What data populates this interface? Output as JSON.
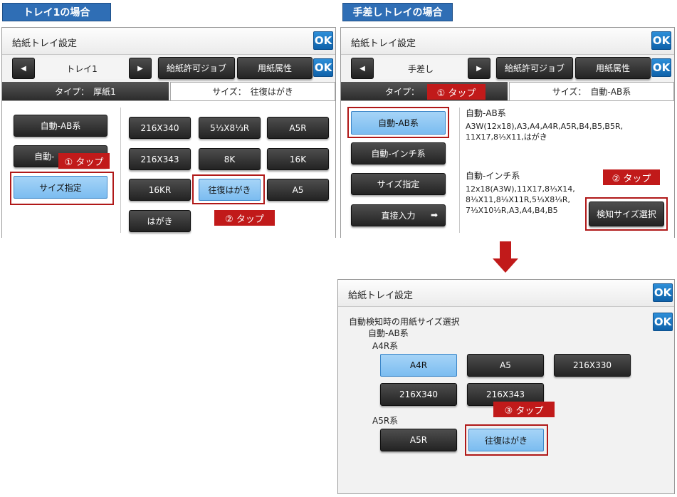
{
  "captions": {
    "tray1": "トレイ1の場合",
    "manual": "手差しトレイの場合"
  },
  "common": {
    "title": "給紙トレイ設定",
    "ok": "OK",
    "job": "給紙許可ジョブ",
    "attr": "用紙属性",
    "type_label": "タイプ："
  },
  "p1": {
    "tray_name": "トレイ1",
    "tab_type": "タイプ：　厚紙1",
    "tab_size": "サイズ：　往復はがき",
    "left_buttons": [
      "自動-AB系",
      "自動-"
    ],
    "size_select": "サイズ指定",
    "grid": [
      "216X340",
      "5⅓X8⅓R",
      "A5R",
      "216X343",
      "8K",
      "16K",
      "16KR",
      "往復はがき",
      "A5",
      "はがき"
    ],
    "badges": [
      "① タップ",
      "② タップ"
    ]
  },
  "p2": {
    "tray_name": "手差し",
    "tab_size": "サイズ：　自動-AB系",
    "left_buttons": [
      "自動-AB系",
      "自動-インチ系",
      "サイズ指定",
      "直接入力"
    ],
    "ab_title": "自動-AB系",
    "ab_list": [
      "A3W(12x18),A3,A4,A4R,A5R,B4,B5,B5R,",
      "11X17,8⅓X11,はがき"
    ],
    "inch_title": "自動-インチ系",
    "inch_list": [
      "12x18(A3W),11X17,8⅓X14,",
      "8⅓X11,8⅓X11R,5⅓X8⅓R,",
      "7⅓X10⅓R,A3,A4,B4,B5"
    ],
    "detect_btn": "検知サイズ選択",
    "badges": [
      "① タップ",
      "② タップ"
    ]
  },
  "p3": {
    "heading": "自動検知時の用紙サイズ選択",
    "sub": "自動-AB系",
    "group1": "A4R系",
    "group1_buttons": [
      "A4R",
      "A5",
      "216X330",
      "216X340",
      "216X343"
    ],
    "group2": "A5R系",
    "group2_buttons": [
      "A5R",
      "往復はがき"
    ],
    "badge": "③ タップ"
  },
  "colors": {
    "accent_blue": "#2f6eb5",
    "ok_blue": "#1a78c8",
    "tap_red": "#c11a1a",
    "selected": "#8cc8f5"
  }
}
